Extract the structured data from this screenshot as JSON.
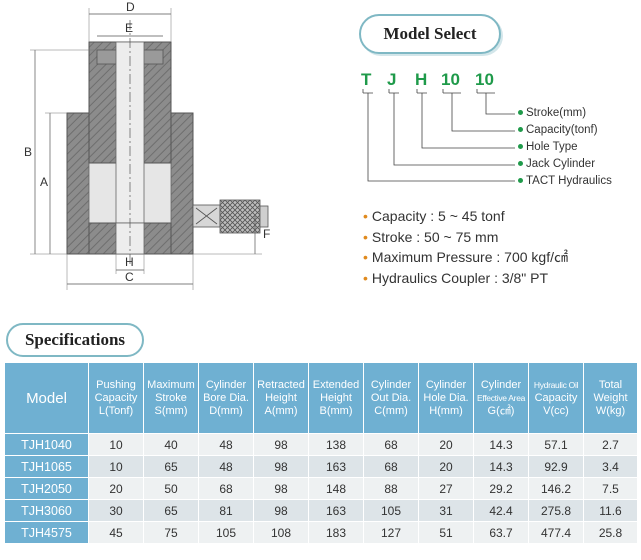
{
  "drawing": {
    "labels": {
      "d": "D",
      "e": "E",
      "b": "B",
      "a": "A",
      "h": "H",
      "c": "C",
      "f": "F"
    }
  },
  "model_select": {
    "title": "Model Select",
    "code": [
      "T",
      "J",
      "H",
      "10",
      "10"
    ],
    "legend": [
      "Stroke(mm)",
      "Capacity(tonf)",
      "Hole Type",
      "Jack Cylinder",
      "TACT Hydraulics"
    ],
    "specs": [
      "Capacity : 5 ~ 45 tonf",
      "Stroke : 50 ~ 75 mm",
      "Maximum Pressure : 700 kgf/㎠",
      "Hydraulics Coupler : 3/8\" PT"
    ]
  },
  "specifications": {
    "title": "Specifications",
    "headers": [
      [
        "Model"
      ],
      [
        "Pushing",
        "Capacity",
        "L(Tonf)"
      ],
      [
        "Maximum",
        "Stroke",
        "S(mm)"
      ],
      [
        "Cylinder",
        "Bore Dia.",
        "D(mm)"
      ],
      [
        "Retracted",
        "Height",
        "A(mm)"
      ],
      [
        "Extended",
        "Height",
        "B(mm)"
      ],
      [
        "Cylinder",
        "Out Dia.",
        "C(mm)"
      ],
      [
        "Cylinder",
        "Hole Dia.",
        "H(mm)"
      ],
      [
        "Cylinder",
        "Effective Area",
        "G(㎠)"
      ],
      [
        "Hydraulic Oil",
        "Capacity",
        "V(cc)"
      ],
      [
        "Total",
        "Weight",
        "W(kg)"
      ]
    ],
    "rows": [
      [
        "TJH1040",
        "10",
        "40",
        "48",
        "98",
        "138",
        "68",
        "20",
        "14.3",
        "57.1",
        "2.7"
      ],
      [
        "TJH1065",
        "10",
        "65",
        "48",
        "98",
        "163",
        "68",
        "20",
        "14.3",
        "92.9",
        "3.4"
      ],
      [
        "TJH2050",
        "20",
        "50",
        "68",
        "98",
        "148",
        "88",
        "27",
        "29.2",
        "146.2",
        "7.5"
      ],
      [
        "TJH3060",
        "30",
        "65",
        "81",
        "98",
        "163",
        "105",
        "31",
        "42.4",
        "275.8",
        "11.6"
      ],
      [
        "TJH4575",
        "45",
        "75",
        "105",
        "108",
        "183",
        "127",
        "51",
        "63.7",
        "477.4",
        "25.8"
      ]
    ]
  }
}
